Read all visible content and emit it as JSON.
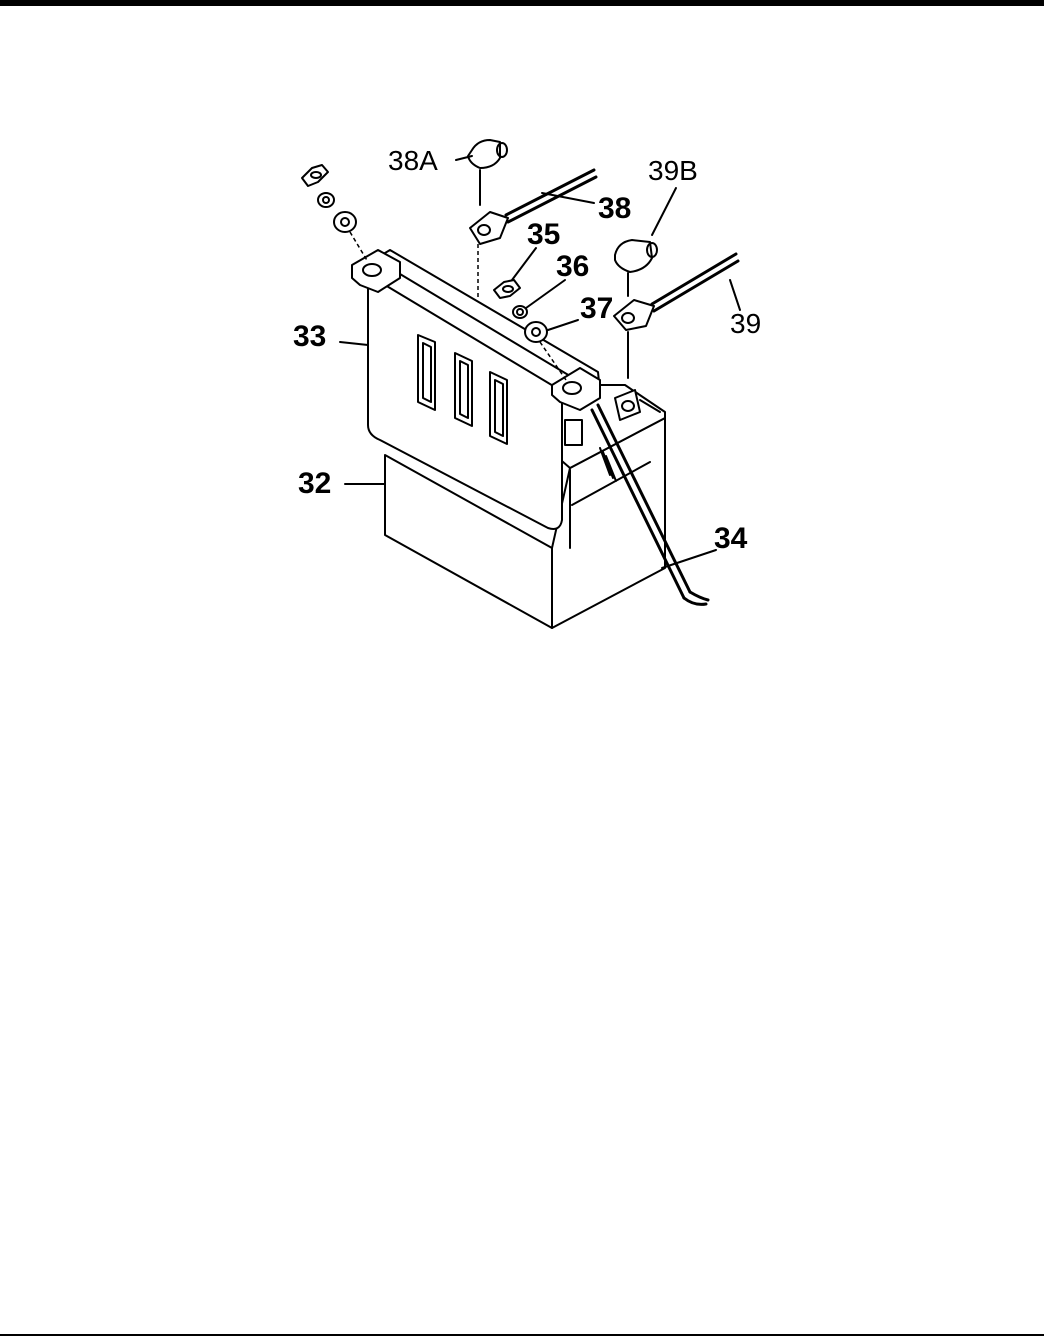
{
  "callouts": {
    "c32": "32",
    "c33": "33",
    "c34": "34",
    "c35": "35",
    "c36": "36",
    "c37": "37",
    "c38": "38",
    "c38A": "38A",
    "c39": "39",
    "c39B": "39B"
  }
}
